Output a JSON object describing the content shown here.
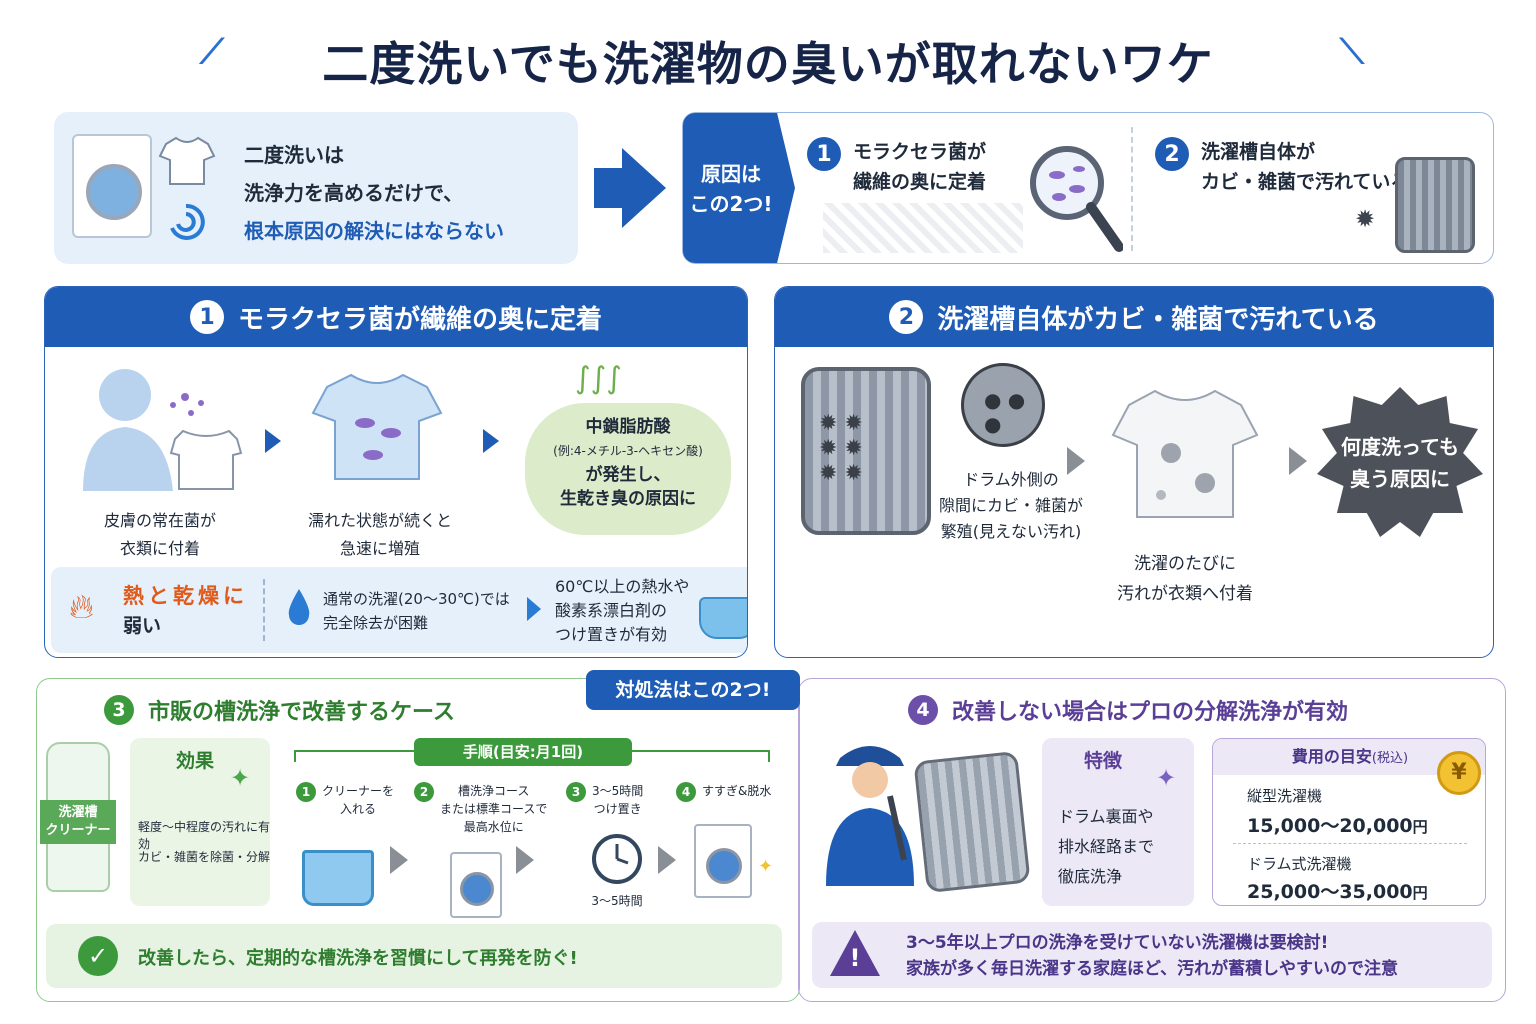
{
  "title": "二度洗いでも洗濯物の臭いが取れないワケ",
  "intro": {
    "line1": "二度洗いは",
    "line2": "洗浄力を高めるだけで、",
    "line3": "根本原因の解決にはならない"
  },
  "cause_tag": {
    "line1": "原因は",
    "line2": "この2つ!"
  },
  "causes": [
    {
      "num": "1",
      "line1": "モラクセラ菌が",
      "line2": "繊維の奥に定着"
    },
    {
      "num": "2",
      "line1": "洗濯槽自体が",
      "line2": "カビ・雑菌で汚れている"
    }
  ],
  "section1": {
    "num": "1",
    "title": "モラクセラ菌が繊維の奥に定着",
    "step1": {
      "line1": "皮膚の常在菌が",
      "line2": "衣類に付着"
    },
    "step2": {
      "line1": "濡れた状態が続くと",
      "line2": "急速に増殖"
    },
    "step3": {
      "line1": "中鎖脂肪酸",
      "line2": "(例:4-メチル-3-ヘキセン酸)",
      "line3": "が発生し、",
      "line4": "生乾き臭の原因に"
    },
    "tip1": {
      "line1": "熱と乾燥に",
      "line2": "弱い"
    },
    "tip2": {
      "line1": "通常の洗濯(20〜30℃)では",
      "line2": "完全除去が困難"
    },
    "tip3": {
      "line1": "60℃以上の熱水や",
      "line2": "酸素系漂白剤の",
      "line3": "つけ置きが有効"
    }
  },
  "section2": {
    "num": "2",
    "title": "洗濯槽自体がカビ・雑菌で汚れている",
    "drum_note": {
      "line1": "ドラム外側の",
      "line2": "隙間にカビ・雑菌が",
      "line3": "繁殖(見えない汚れ)"
    },
    "shirt_note": {
      "line1": "洗濯のたびに",
      "line2": "汚れが衣類へ付着"
    },
    "burst": {
      "line1": "何度洗っても",
      "line2": "臭う原因に"
    }
  },
  "solutions_badge": "対処法はこの2つ!",
  "section3": {
    "num": "3",
    "title": "市販の槽洗浄で改善するケース",
    "bottle_label": {
      "line1": "洗濯槽",
      "line2": "クリーナー"
    },
    "effect_title": "効果",
    "effect1": "軽度〜中程度の汚れに有効",
    "effect2": "カビ・雑菌を除菌・分解",
    "procedure_title": "手順(目安:月1回)",
    "steps": [
      {
        "num": "1",
        "line1": "クリーナーを",
        "line2": "入れる"
      },
      {
        "num": "2",
        "line1": "槽洗浄コース",
        "line2": "または標準コースで",
        "line3": "最高水位に"
      },
      {
        "num": "3",
        "line1": "3〜5時間",
        "line2": "つけ置き"
      },
      {
        "num": "4",
        "line1": "すすぎ&脱水"
      }
    ],
    "clock_label": "3〜5時間",
    "footer": "改善したら、定期的な槽洗浄を習慣にして再発を防ぐ!"
  },
  "section4": {
    "num": "4",
    "title": "改善しない場合はプロの分解洗浄が有効",
    "feature_title": "特徴",
    "feature": {
      "line1": "ドラム裏面や",
      "line2": "排水経路まで",
      "line3": "徹底洗浄"
    },
    "cost_title": "費用の目安",
    "cost_tax": "(税込)",
    "yen": "¥",
    "cost1_label": "縦型洗濯機",
    "cost1_value": "15,000〜20,000",
    "cost2_label": "ドラム式洗濯機",
    "cost2_value": "25,000〜35,000",
    "unit": "円",
    "warning_mark": "!",
    "warning1": "3〜5年以上プロの洗浄を受けていない洗濯機は要検討!",
    "warning2": "家族が多く毎日洗濯する家庭ほど、汚れが蓄積しやすいので注意"
  },
  "colors": {
    "primary": "#1f5cb5",
    "green": "#3c9a3c",
    "purple": "#6b4fa8",
    "orange": "#e05a1c"
  }
}
